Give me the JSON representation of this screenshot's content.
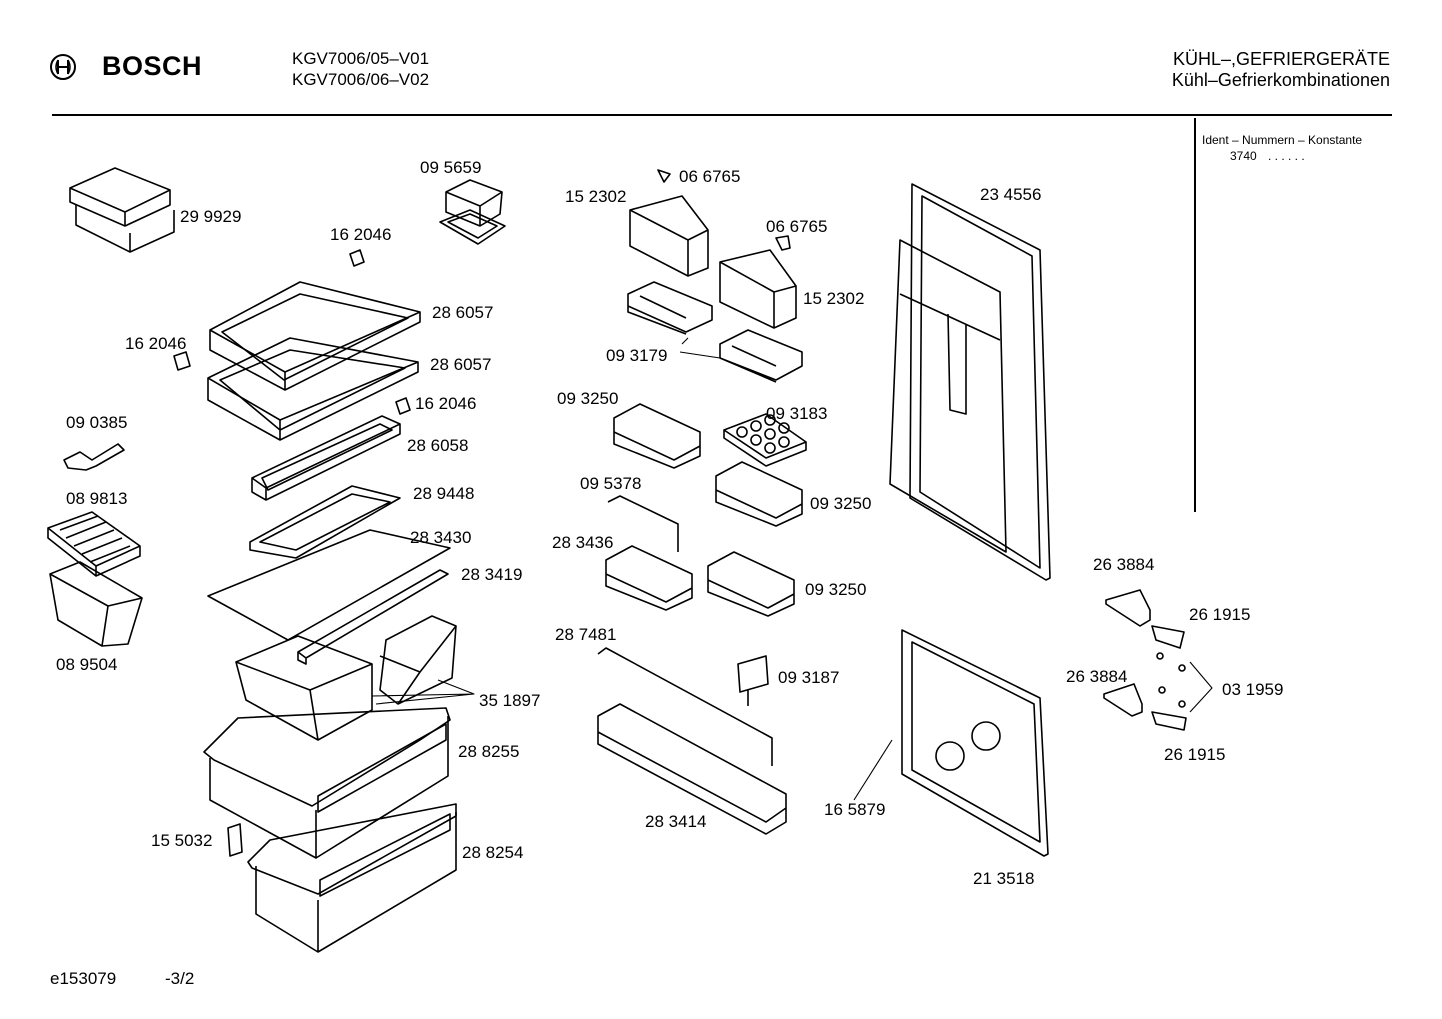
{
  "header": {
    "brand": "BOSCH",
    "models": [
      "KGV7006/05–V01",
      "KGV7006/06–V02"
    ],
    "category_title": "KÜHL–,GEFRIERGERÄTE",
    "category_subtitle": "Kühl–Gefrierkombinationen"
  },
  "ident": {
    "title": "Ident – Nummern – Konstante",
    "value": "3740",
    "dots": ". .   . . . ."
  },
  "parts": [
    "29 9929",
    "09 5659",
    "16 2046",
    "28 6057",
    "16 2046",
    "28 6057",
    "16 2046",
    "09 0385",
    "28 6058",
    "08 9813",
    "28 9448",
    "28 3430",
    "28 3419",
    "08 9504",
    "35 1897",
    "28 8255",
    "15 5032",
    "28 8254",
    "06 6765",
    "15 2302",
    "06 6765",
    "15 2302",
    "09 3179",
    "09 3250",
    "09 3183",
    "09 5378",
    "09 3250",
    "28 3436",
    "09 3250",
    "28 7481",
    "09 3187",
    "28 3414",
    "23 4556",
    "26 3884",
    "26 1915",
    "26 3884",
    "03 1959",
    "26 1915",
    "16 5879",
    "21 3518"
  ],
  "footer": {
    "doc_id": "e153079",
    "page": "-3/2"
  }
}
